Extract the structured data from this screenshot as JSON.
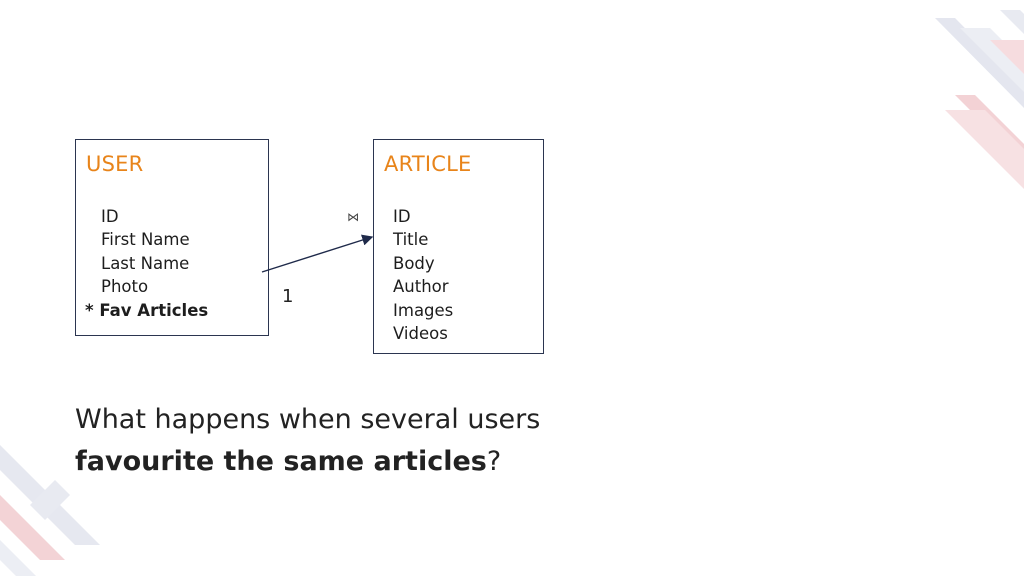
{
  "user_entity": {
    "title": "USER",
    "fields": [
      "ID",
      "First Name",
      "Last Name",
      "Photo"
    ],
    "special_field": "* Fav Articles"
  },
  "article_entity": {
    "title": "ARTICLE",
    "fields": [
      "ID",
      "Title",
      "Body",
      "Author",
      "Images",
      "Videos"
    ]
  },
  "relationship": {
    "cardinality_label": "1",
    "bowtie_symbol": "⋈"
  },
  "question": {
    "line1": "What happens when several users",
    "line2_bold": "favourite the same articles",
    "line2_suffix": "?"
  },
  "colors": {
    "title_accent": "#e8841a",
    "border": "#2b3550",
    "deco_red": "#f2c9cc",
    "deco_gray": "#e3e5ee"
  }
}
